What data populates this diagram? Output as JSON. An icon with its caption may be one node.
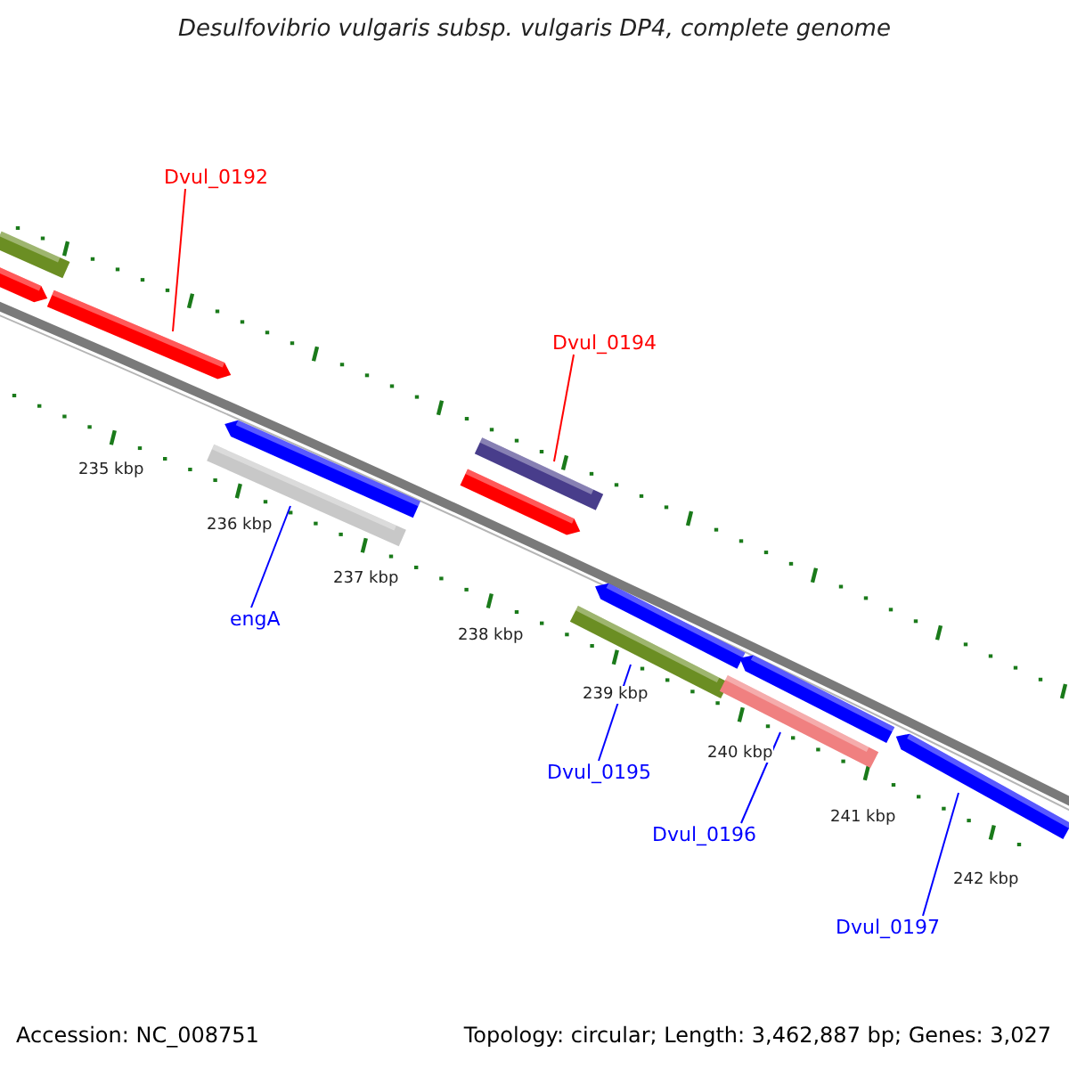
{
  "diagram": {
    "title": "Desulfovibrio vulgaris subsp. vulgaris DP4, complete genome",
    "nodes": [
      {
        "text": [
          "Dvul_0192"
        ]
      },
      {
        "text": [],
        "shape": "bar"
      },
      {
        "text": [],
        "shape": "arrow"
      },
      {
        "text": [],
        "shape": "arrow"
      },
      {
        "text": [],
        "shape": "arrow"
      },
      {
        "text": [],
        "shape": "bar"
      },
      {
        "text": [
          "engA"
        ]
      },
      {
        "text": [
          "Dvul_0194"
        ]
      },
      {
        "text": [],
        "shape": "bar"
      },
      {
        "text": [],
        "shape": "arrow"
      },
      {
        "text": [],
        "shape": "arrow"
      },
      {
        "text": [],
        "shape": "bar"
      },
      {
        "text": [
          "Dvul_0195"
        ]
      },
      {
        "text": [],
        "shape": "arrow"
      },
      {
        "text": [],
        "shape": "bar"
      },
      {
        "text": [
          "Dvul_0196"
        ]
      },
      {
        "text": [],
        "shape": "arrow"
      },
      {
        "text": [
          "Dvul_0197"
        ]
      }
    ],
    "edges": [
      {
        "from": 0,
        "to": 3,
        "arrow": "none",
        "color": "#ff0000"
      },
      {
        "from": 7,
        "to": 8,
        "arrow": "none",
        "color": "#ff0000"
      },
      {
        "from": 6,
        "to": 5,
        "arrow": "none"
      },
      {
        "from": 12,
        "to": 11,
        "arrow": "none"
      },
      {
        "from": 15,
        "to": 14,
        "arrow": "none"
      },
      {
        "from": 17,
        "to": 16,
        "arrow": "none"
      }
    ],
    "labels": [
      "235 kbp",
      "236 kbp",
      "237 kbp",
      "238 kbp",
      "239 kbp",
      "240 kbp",
      "241 kbp",
      "242 kbp",
      "Accession: NC_008751",
      "Topology: circular; Length: 3,462,887 bp; Genes: 3,027"
    ]
  }
}
